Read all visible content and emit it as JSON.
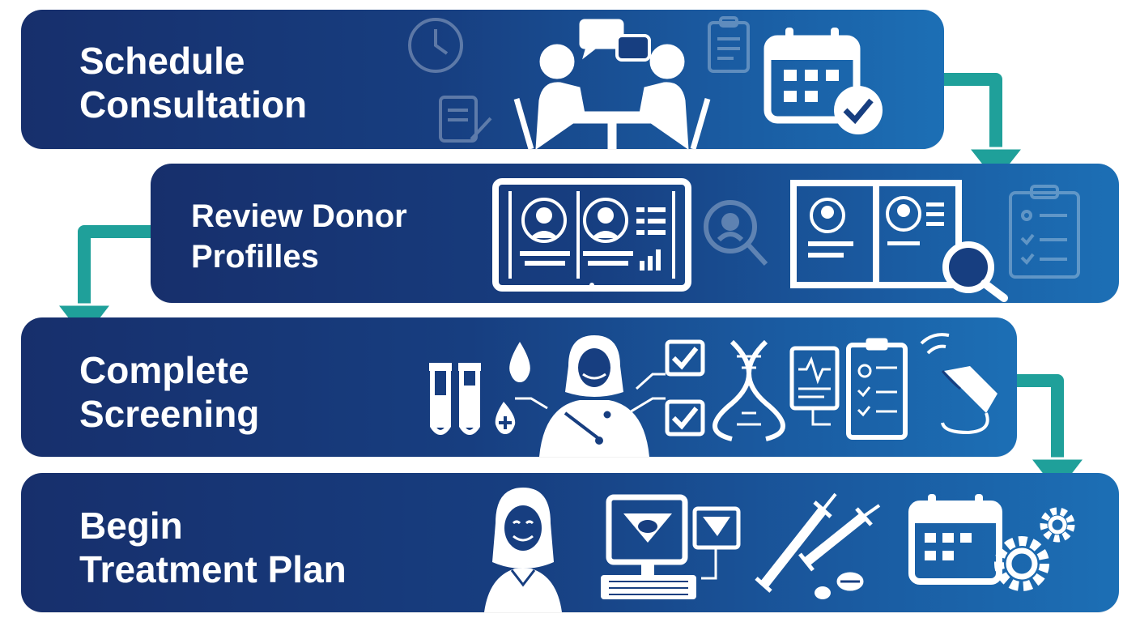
{
  "colors": {
    "panel_dark": "#172f6c",
    "panel_light": "#1c6fb5",
    "connector": "#1fa09a",
    "icon": "#ffffff"
  },
  "steps": [
    {
      "title": "Schedule\nConsultation",
      "icons": [
        "clock-icon",
        "notepad-pencil-icon",
        "consultation-meeting-icon",
        "clipboard-icon",
        "calendar-check-icon"
      ]
    },
    {
      "title": "Review Donor\nProfilles",
      "icons": [
        "donor-profiles-tablet-icon",
        "person-search-icon",
        "profile-book-magnifier-icon",
        "checklist-clipboard-icon"
      ]
    },
    {
      "title": "Complete\nScreening",
      "icons": [
        "test-tubes-icon",
        "blood-drop-icon",
        "patient-figure-icon",
        "checkbox-icon",
        "dna-icon",
        "medical-report-icon",
        "ultrasound-probe-icon"
      ]
    },
    {
      "title": "Begin\nTreatment Plan",
      "icons": [
        "smiling-woman-icon",
        "ultrasound-computer-icon",
        "syringes-pills-icon",
        "calendar-gears-icon"
      ]
    }
  ]
}
